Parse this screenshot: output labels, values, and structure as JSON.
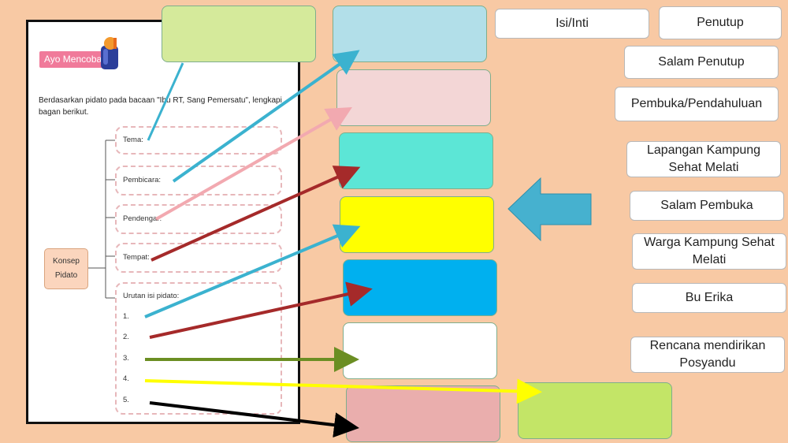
{
  "worksheet": {
    "badge": "Ayo Mencoba",
    "instruction": "Berdasarkan pidato pada bacaan \"Ibu RT, Sang Pemersatu\", lengkapi bagan berikut.",
    "concept": "Konsep Pidato",
    "fields": {
      "tema": "Tema:",
      "pembicara": "Pembicara:",
      "pendengar": "Pendengar:",
      "tempat": "Tempat:",
      "urutan": "Urutan isi pidato:"
    },
    "numbers": [
      "1.",
      "2.",
      "3.",
      "4.",
      "5."
    ]
  },
  "slots": [
    {
      "id": "slot-tema",
      "color": "#d5ea9b"
    },
    {
      "id": "slot-pembicara",
      "color": "#b2dfe9"
    },
    {
      "id": "slot-pendengar",
      "color": "#f3d6d6"
    },
    {
      "id": "slot-tempat",
      "color": "#5ce6d6"
    },
    {
      "id": "slot-1",
      "color": "#ffff00"
    },
    {
      "id": "slot-2",
      "color": "#00b0ef"
    },
    {
      "id": "slot-3",
      "color": "#ffffff"
    },
    {
      "id": "slot-4",
      "color": "#c3e567"
    },
    {
      "id": "slot-5",
      "color": "#eaaead"
    }
  ],
  "chips": {
    "isi_inti": "Isi/Inti",
    "penutup": "Penutup",
    "salam_penutup": "Salam Penutup",
    "pembuka": "Pembuka/Pendahuluan",
    "lapangan": "Lapangan Kampung Sehat Melati",
    "salam_pembuka": "Salam Pembuka",
    "warga": "Warga Kampung Sehat Melati",
    "bu_erika": "Bu Erika",
    "rencana": "Rencana mendirikan Posyandu"
  },
  "colors": {
    "background": "#f8c9a4",
    "arrow_teal": "#3bb2cf",
    "arrow_pink": "#f2a9b0",
    "arrow_darkred": "#a52a2a",
    "arrow_green": "#6b8e23",
    "arrow_yellow": "#ffff00",
    "arrow_black": "#000000",
    "big_arrow": "#46b1cf"
  },
  "icons": [
    "cup-icon",
    "big-left-arrow-icon"
  ]
}
